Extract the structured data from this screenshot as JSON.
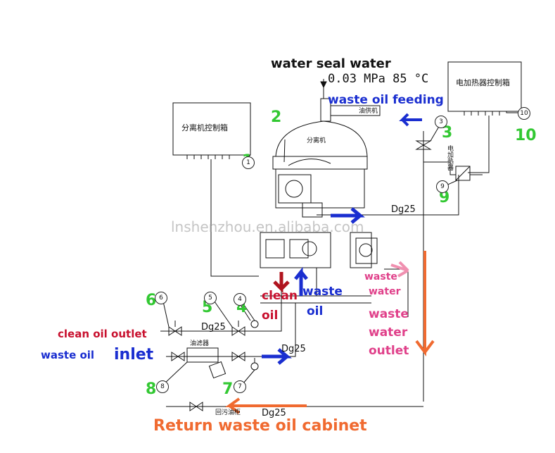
{
  "labels": {
    "water_seal_water": "water seal water",
    "pressure_temp": "0.03 MPa 85 °C",
    "waste_oil_feeding": "waste oil feeding",
    "heater_control_box": "电加热器控制箱",
    "separator_control_box": "分离机控制箱",
    "separator": "分离机",
    "oil_pump": "油供机",
    "electric_heater": "电加热器",
    "dg25_right": "Dg25",
    "dg25_clean": "Dg25",
    "dg25_waste": "Dg25",
    "dg25_return": "Dg25",
    "clean_oil_a": "clean",
    "clean_oil_b": "oil",
    "waste_oil_a": "waste",
    "waste_oil_b": "oil",
    "waste_water_small_a": "waste",
    "waste_water_small_b": "water",
    "waste_water_outlet_a": "waste",
    "waste_water_outlet_b": "water",
    "waste_water_outlet_c": "outlet",
    "clean_oil_outlet": "clean oil outlet",
    "waste_oil_inlet_a": "waste oil",
    "waste_oil_inlet_b": "inlet",
    "filter": "油滤器",
    "return_tank": "回污油柜",
    "return_waste_oil_cabinet": "Return waste oil cabinet",
    "watermark": "lnshenzhou.en.alibaba.com"
  },
  "callouts": {
    "n1": "1",
    "n2": "2",
    "n3": "3",
    "n4": "4",
    "n5": "5",
    "n6": "6",
    "n7": "7",
    "n8": "8",
    "n9": "9",
    "n10": "10"
  },
  "circle_numbers": {
    "c1": "1",
    "c3": "3",
    "c4": "4",
    "c5": "5",
    "c6": "6",
    "c7": "7",
    "c8": "8",
    "c9": "9",
    "c10": "10"
  },
  "colors": {
    "blue": "#1a2ed0",
    "red": "#c8102e",
    "pink": "#e0408a",
    "green": "#32c832",
    "orange": "#f06a30"
  }
}
